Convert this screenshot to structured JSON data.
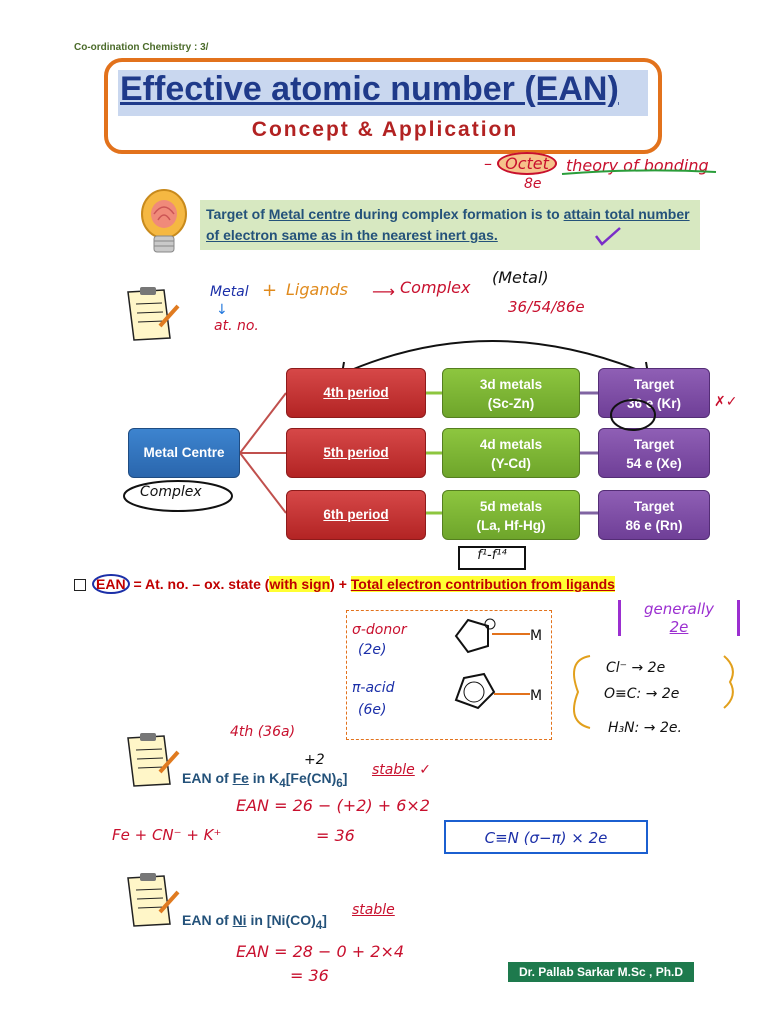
{
  "header": {
    "note": "Co-ordination Chemistry : 3/"
  },
  "title": {
    "main": "Effective atomic number (EAN)",
    "sub": "Concept & Application"
  },
  "annotations_top": {
    "octet": "Octet",
    "eight_e": "8e",
    "theory": "theory of bonding"
  },
  "target_statement": {
    "part1": "Target of ",
    "metal_centre": "Metal centre",
    "part2": " during complex formation is to ",
    "attain": "attain total number of electron same as in the nearest inert gas."
  },
  "scribbles": {
    "metal": "Metal",
    "plus": "+",
    "ligands": "Ligands",
    "complex": "Complex",
    "metal_paren": "(Metal)",
    "at_no": "at. no.",
    "numbers": "36/54/86e",
    "complex_oval": "Complex",
    "f_range": "f¹-f¹⁴"
  },
  "diagram": {
    "metal_centre": "Metal Centre",
    "periods": [
      "4th period",
      "5th period",
      "6th period"
    ],
    "metals": [
      {
        "label": "3d metals",
        "range": "(Sc-Zn)"
      },
      {
        "label": "4d metals",
        "range": "(Y-Cd)"
      },
      {
        "label": "5d metals",
        "range": "(La, Hf-Hg)"
      }
    ],
    "targets": [
      {
        "label": "Target",
        "value": "36 e (Kr)"
      },
      {
        "label": "Target",
        "value": "54 e (Xe)"
      },
      {
        "label": "Target",
        "value": "86 e (Rn)"
      }
    ]
  },
  "formula": {
    "ean": "EAN",
    "eq": " = At. no. – ox. state (",
    "with_sign": "with sign",
    "close": ") + ",
    "contribution": "Total electron contribution from ligands"
  },
  "ligand_notes": {
    "sigma_donor": "σ-donor",
    "two_e": "(2e)",
    "pi_acid": "π-acid",
    "six_e": "(6e)",
    "generally": "generally",
    "generally_2e": "2e",
    "cl": "Cl⁻ → 2e",
    "co": "O≡C: → 2e",
    "nh3": "H₃N: → 2e."
  },
  "example1": {
    "prefix": "EAN of ",
    "element": "Fe",
    "middle": " in K",
    "sub4": "4",
    "bracket": "[Fe(CN)",
    "sub6": "6",
    "end": "]",
    "stable": "stable",
    "plus2": "+2",
    "note": "4th (36a)",
    "calc": "EAN = 26 − (+2) + 6×2",
    "result": "= 36",
    "side": "Fe + CN⁻ + K⁺",
    "cn_box": "C≡N (σ−π) × 2e"
  },
  "example2": {
    "prefix": "EAN of ",
    "element": "Ni",
    "middle": " in [Ni(CO)",
    "sub4": "4",
    "end": "]",
    "stable": "stable",
    "calc": "EAN = 28 − 0 + 2×4",
    "result": "= 36"
  },
  "footer": {
    "author": "Dr. Pallab Sarkar M.Sc , Ph.D"
  },
  "colors": {
    "accent_orange": "#e2721c",
    "title_blue": "#1f3a8a",
    "ink_red": "#c8102e",
    "panel_green": "#d7e8c1"
  }
}
